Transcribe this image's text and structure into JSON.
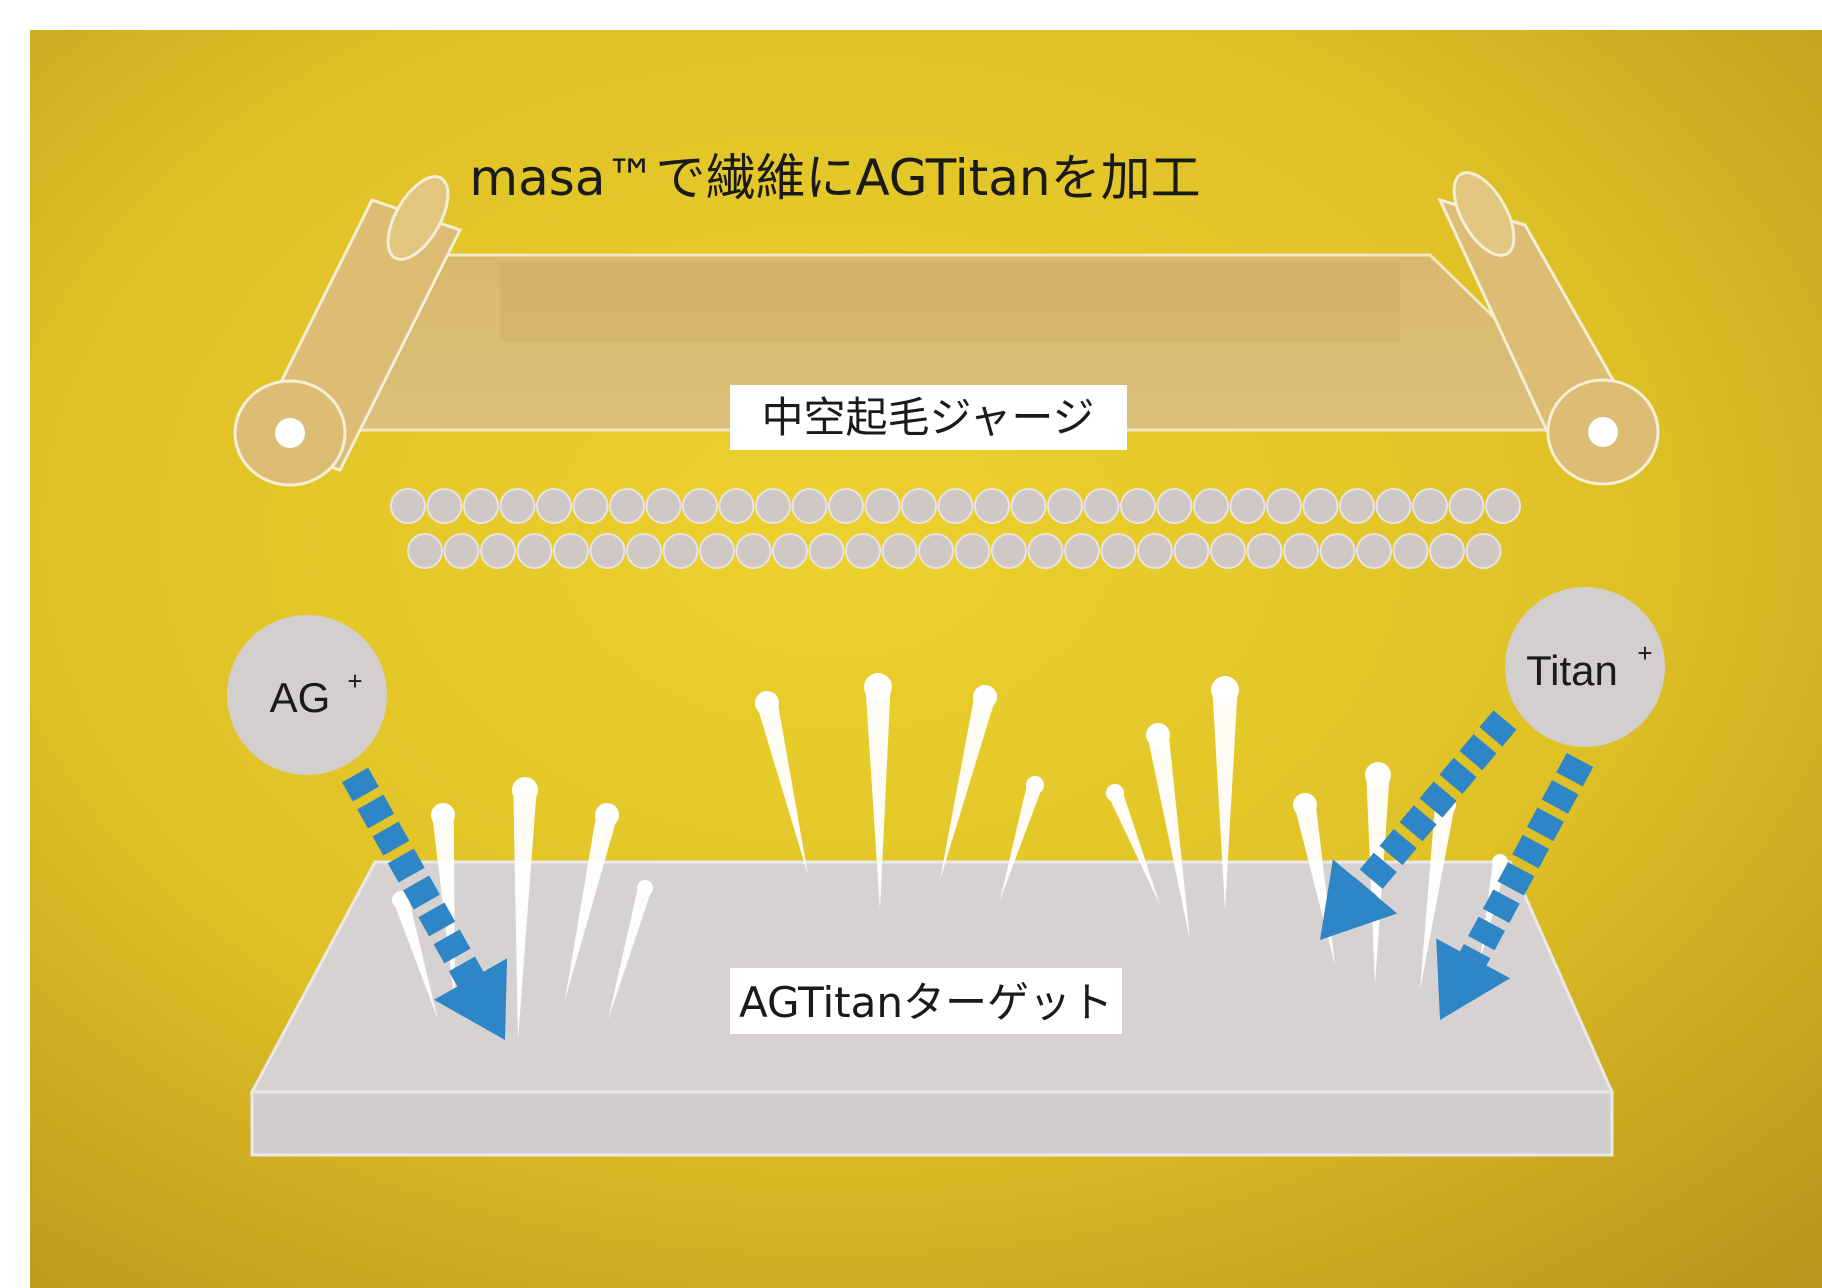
{
  "title": "masa™で繊維にAGTitanを加工",
  "fabric_label": "中空起毛ジャージ",
  "target_label": "AGTitanターゲット",
  "ions": [
    {
      "name": "AG",
      "sup": "+"
    },
    {
      "name": "Titan",
      "sup": "+"
    }
  ],
  "colors": {
    "background_gold": "#e3c428",
    "roller_fill": "#d9b86a",
    "particle": "#cfc8c4",
    "target_plate": "#d9d4d4",
    "arrow_blue": "#2f86c6",
    "spike": "#ffffff"
  }
}
